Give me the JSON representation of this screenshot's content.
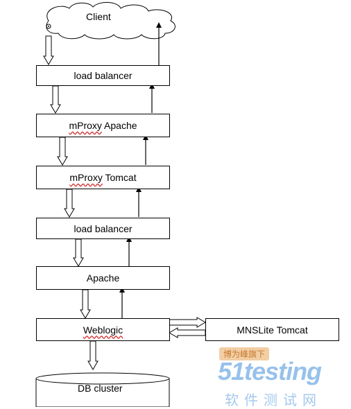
{
  "nodes": {
    "client": "Client",
    "load_balancer_1": "load balancer",
    "mproxy_apache": {
      "prefix": "mProxy",
      "suffix": " Apache"
    },
    "mproxy_tomcat": {
      "prefix": "mProxy",
      "suffix": " Tomcat"
    },
    "load_balancer_2": "load balancer",
    "apache": "Apache",
    "weblogic": "Weblogic",
    "mnslite_tomcat": "MNSLite Tomcat",
    "db_cluster": "DB cluster"
  },
  "watermark": {
    "badge": "博为峰旗下",
    "brand": "51testing",
    "sub": "软件测试网"
  }
}
